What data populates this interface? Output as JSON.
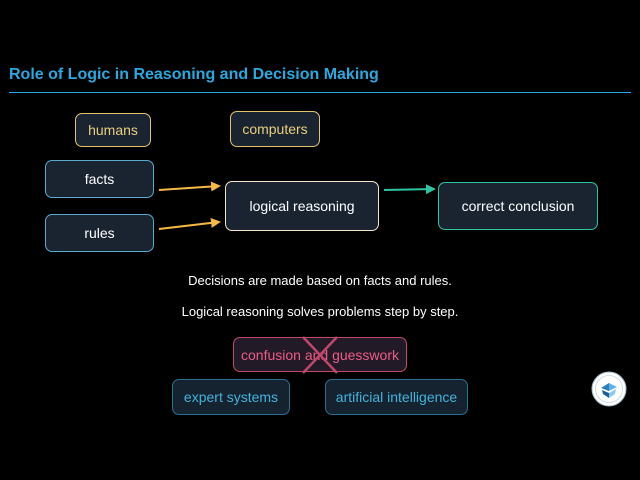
{
  "title": "Role of Logic in Reasoning and Decision Making",
  "nodes": {
    "humans": "humans",
    "computers": "computers",
    "facts": "facts",
    "rules": "rules",
    "logical_reasoning": "logical reasoning",
    "correct_conclusion": "correct conclusion",
    "confusion": "confusion and guesswork",
    "expert_systems": "expert systems",
    "artificial_intelligence": "artificial intelligence"
  },
  "captions": {
    "line1": "Decisions are made based on facts and rules.",
    "line2": "Logical reasoning solves problems step by step."
  },
  "colors": {
    "title": "#29a9e0",
    "arrow_input": "#f5b945",
    "arrow_output": "#2fc4a1",
    "cross": "#c0466b"
  },
  "icons": {
    "cross": "x-mark-icon",
    "logo": "institution-logo-icon"
  }
}
